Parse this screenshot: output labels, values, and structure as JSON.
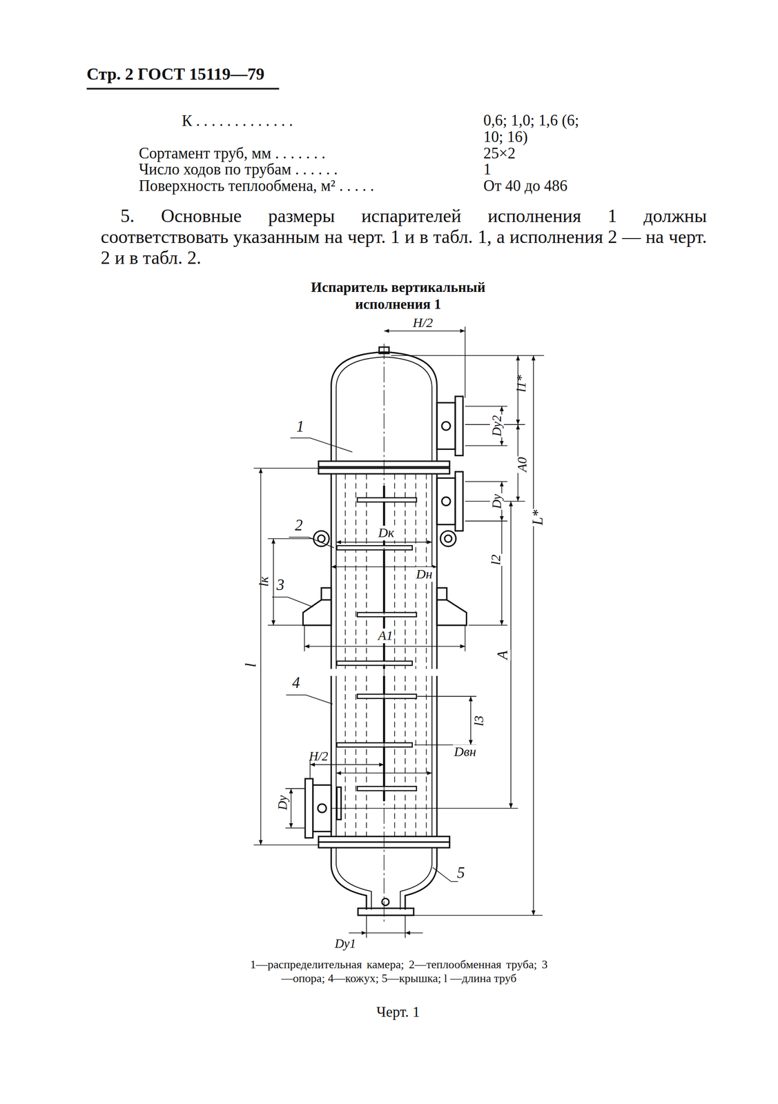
{
  "diagram": {
    "title": "Испаритель вертикальный исполнения 1",
    "caption": "Черт. 1",
    "labels": [
      "Стр. 2 ГОСТ 15119—79",
      "К . . . . . . . . . . . . .",
      "0,6; 1,0; 1,6 (6; 10; 16)",
      "Сортамент труб, мм . . . . . . .",
      "25×2",
      "Число ходов по трубам . . . . . .",
      "1",
      "Поверхность теплообмена, м² . . . . .",
      "От 40 до 486",
      "5. Основные размеры испарителей исполнения 1 должны соответствовать указанным на черт. 1 и в табл. 1, а исполнения 2 — на черт. 2 и в табл. 2.",
      "H/2",
      "l1*",
      "Dу2",
      "A0",
      "Dу",
      "L*",
      "l2",
      "Dк",
      "Dн",
      "lк",
      "A1",
      "A",
      "l",
      "l3",
      "Dвн",
      "H/2",
      "Dу",
      "Dу1",
      "1",
      "2",
      "3",
      "4",
      "5",
      "1—распределительная камера; 2—теплообменная труба; 3—опора; 4—кожух; 5—крышка; l —длина труб"
    ]
  }
}
